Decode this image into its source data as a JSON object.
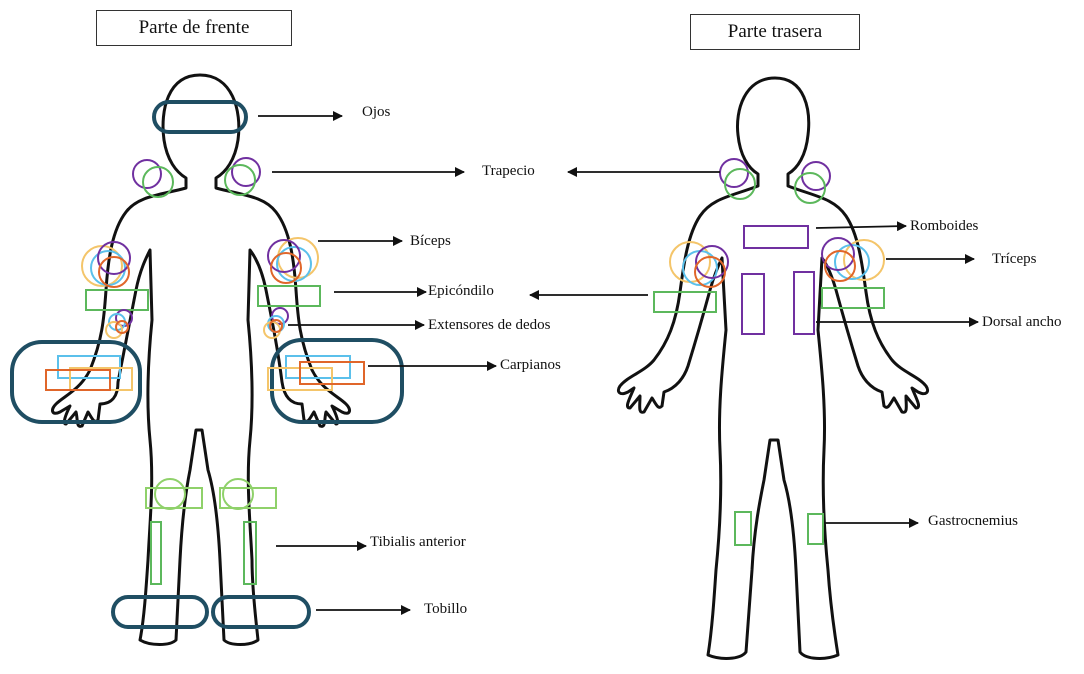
{
  "titles": {
    "front": "Parte de frente",
    "back": "Parte trasera"
  },
  "labels": {
    "ojos": "Ojos",
    "trapecio": "Trapecio",
    "biceps": "Bíceps",
    "epicondilo": "Epicóndilo",
    "extensores": "Extensores de dedos",
    "carpianos": "Carpianos",
    "tibialis": "Tibialis anterior",
    "tobillo": "Tobillo",
    "romboides": "Romboides",
    "triceps": "Tríceps",
    "dorsal": "Dorsal ancho",
    "gastrocnemius": "Gastrocnemius"
  },
  "colors": {
    "outline": "#111111",
    "navy": "#1f4e63",
    "purple": "#7030a0",
    "green": "#5cb85c",
    "light_green": "#8fd16a",
    "orange": "#e0662a",
    "yellow": "#f4c56a",
    "light_blue": "#5bc0eb"
  }
}
